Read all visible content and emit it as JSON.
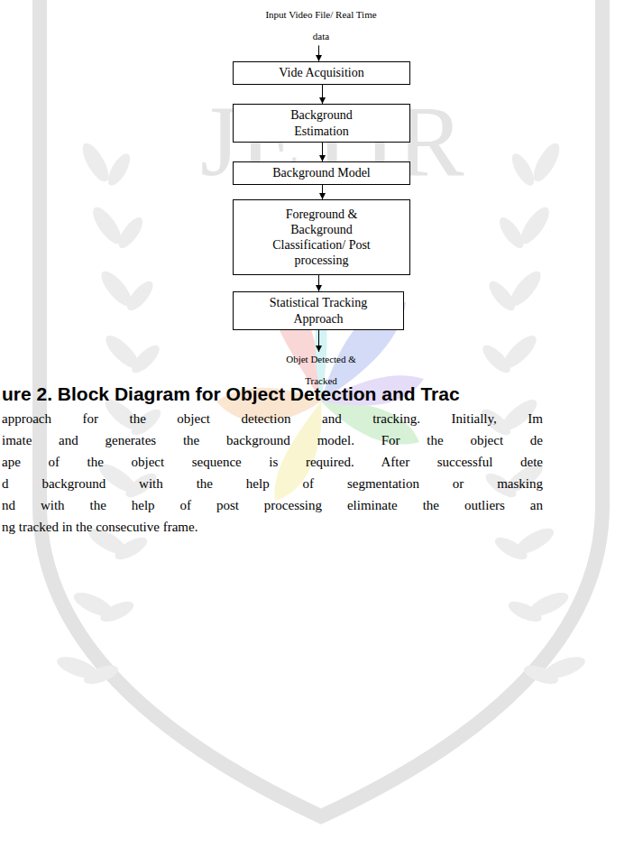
{
  "diagram": {
    "caption": "ure 2. Block Diagram for Object Detection and Trac",
    "nodes": [
      {
        "text": [
          "Vide Acquisition"
        ]
      },
      {
        "text": [
          "Background Estimation"
        ]
      },
      {
        "text": [
          "Background Model"
        ]
      },
      {
        "text": [
          "Foreground & Background Classification/ Post processing"
        ]
      },
      {
        "text": [
          "Statistical Tracking Approach"
        ]
      }
    ],
    "edges": [
      {
        "from": 0,
        "to": 1,
        "arrow": "to"
      },
      {
        "from": 1,
        "to": 2,
        "arrow": "to"
      },
      {
        "from": 2,
        "to": 3,
        "arrow": "to"
      },
      {
        "from": 3,
        "to": 4,
        "arrow": "to"
      }
    ],
    "labels": [
      "Input Video File/ Real Time data",
      "Objet Detected & Tracked",
      "JETIR",
      "approach for the object detection and tracking. Initially, Im",
      "imate and generates the background model. For the object de",
      "ape of the object sequence is required. After successful dete",
      "d background with the help of segmentation or masking",
      "nd with the help of post processing eliminate the outliers an",
      "ng tracked in the consecutive frame."
    ]
  }
}
